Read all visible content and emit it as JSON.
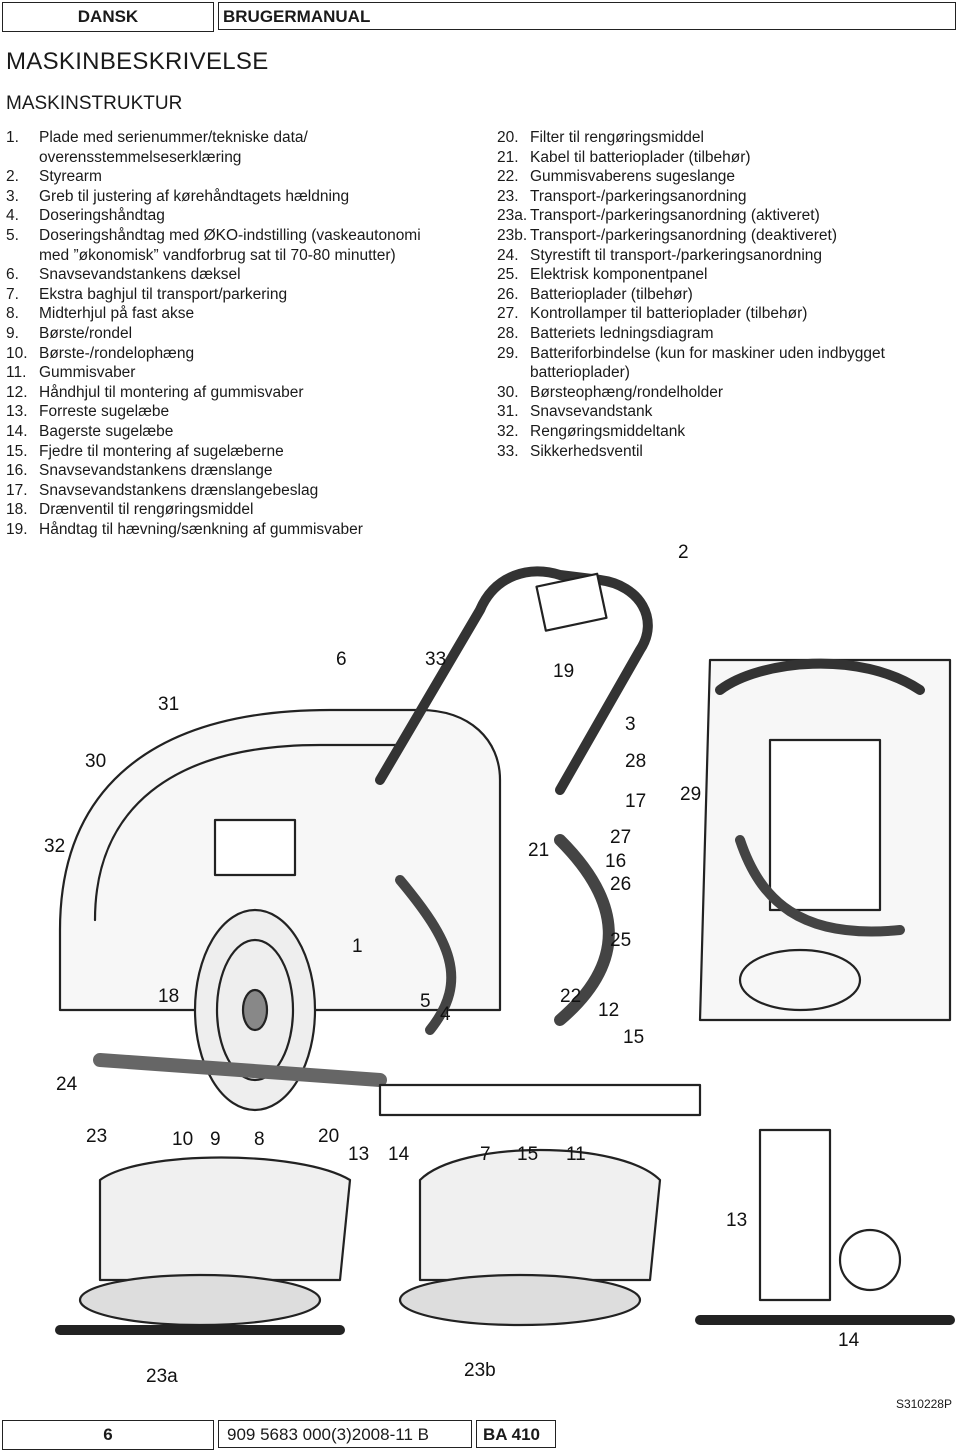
{
  "header": {
    "language": "DANSK",
    "manual": "BRUGERMANUAL"
  },
  "title": "MASKINBESKRIVELSE",
  "subtitle": "MASKINSTRUKTUR",
  "parts_left": [
    {
      "n": "1.",
      "t": "Plade med serienummer/tekniske data/"
    },
    {
      "n": "",
      "t": "overensstemmelseserklæring"
    },
    {
      "n": "2.",
      "t": "Styrearm"
    },
    {
      "n": "3.",
      "t": "Greb til justering af kørehåndtagets hældning"
    },
    {
      "n": "4.",
      "t": "Doseringshåndtag"
    },
    {
      "n": "5.",
      "t": "Doseringshåndtag med ØKO-indstilling (vaskeautonomi"
    },
    {
      "n": "",
      "t": "med ”økonomisk” vandforbrug sat til 70-80 minutter)"
    },
    {
      "n": "6.",
      "t": "Snavsevandstankens dæksel"
    },
    {
      "n": "7.",
      "t": "Ekstra baghjul til transport/parkering"
    },
    {
      "n": "8.",
      "t": "Midterhjul på fast akse"
    },
    {
      "n": "9.",
      "t": "Børste/rondel"
    },
    {
      "n": "10.",
      "t": "Børste-/rondelophæng"
    },
    {
      "n": "11.",
      "t": "Gummisvaber"
    },
    {
      "n": "12.",
      "t": "Håndhjul til montering af gummisvaber"
    },
    {
      "n": "13.",
      "t": "Forreste sugelæbe"
    },
    {
      "n": "14.",
      "t": "Bagerste sugelæbe"
    },
    {
      "n": "15.",
      "t": "Fjedre til montering af sugelæberne"
    },
    {
      "n": "16.",
      "t": "Snavsevandstankens drænslange"
    },
    {
      "n": "17.",
      "t": "Snavsevandstankens drænslangebeslag"
    },
    {
      "n": "18.",
      "t": "Drænventil til rengøringsmiddel"
    },
    {
      "n": "19.",
      "t": "Håndtag til hævning/sænkning af gummisvaber"
    }
  ],
  "parts_right": [
    {
      "n": "20.",
      "t": "Filter til rengøringsmiddel"
    },
    {
      "n": "21.",
      "t": "Kabel til batterioplader (tilbehør)"
    },
    {
      "n": "22.",
      "t": "Gummisvaberens sugeslange"
    },
    {
      "n": "23.",
      "t": "Transport-/parkeringsanordning"
    },
    {
      "n": "23a.",
      "t": "Transport-/parkeringsanordning (aktiveret)"
    },
    {
      "n": "23b.",
      "t": "Transport-/parkeringsanordning (deaktiveret)"
    },
    {
      "n": "24.",
      "t": "Styrestift til transport-/parkeringsanordning"
    },
    {
      "n": "25.",
      "t": "Elektrisk komponentpanel"
    },
    {
      "n": "26.",
      "t": "Batterioplader (tilbehør)"
    },
    {
      "n": "27.",
      "t": "Kontrollamper til batterioplader (tilbehør)"
    },
    {
      "n": "28.",
      "t": "Batteriets ledningsdiagram"
    },
    {
      "n": "29.",
      "t": "Batteriforbindelse (kun for maskiner uden indbygget"
    },
    {
      "n": "",
      "t": "batterioplader)"
    },
    {
      "n": "30.",
      "t": "Børsteophæng/rondelholder"
    },
    {
      "n": "31.",
      "t": "Snavsevandstank"
    },
    {
      "n": "32.",
      "t": "Rengøringsmiddeltank"
    },
    {
      "n": "33.",
      "t": "Sikkerhedsventil"
    }
  ],
  "callouts": {
    "c2": "2",
    "c6": "6",
    "c33": "33",
    "c19": "19",
    "c31": "31",
    "c3": "3",
    "c30": "30",
    "c28": "28",
    "c17": "17",
    "c29": "29",
    "c32": "32",
    "c21": "21",
    "c27": "27",
    "c16": "16",
    "c26": "26",
    "c1": "1",
    "c25": "25",
    "c18": "18",
    "c5": "5",
    "c22": "22",
    "c4": "4",
    "c12": "12",
    "c15": "15",
    "c24": "24",
    "c23": "23",
    "c10": "10",
    "c9": "9",
    "c8": "8",
    "c20": "20",
    "c13a": "13",
    "c14a": "14",
    "c7": "7",
    "c15b": "15",
    "c11": "11",
    "c13b": "13",
    "c14b": "14",
    "c23a": "23a",
    "c23b": "23b"
  },
  "figure_ref": "S310228P",
  "footer": {
    "page": "6",
    "doc_number": "909 5683 000(3)2008-11 B",
    "model": "BA 410"
  }
}
